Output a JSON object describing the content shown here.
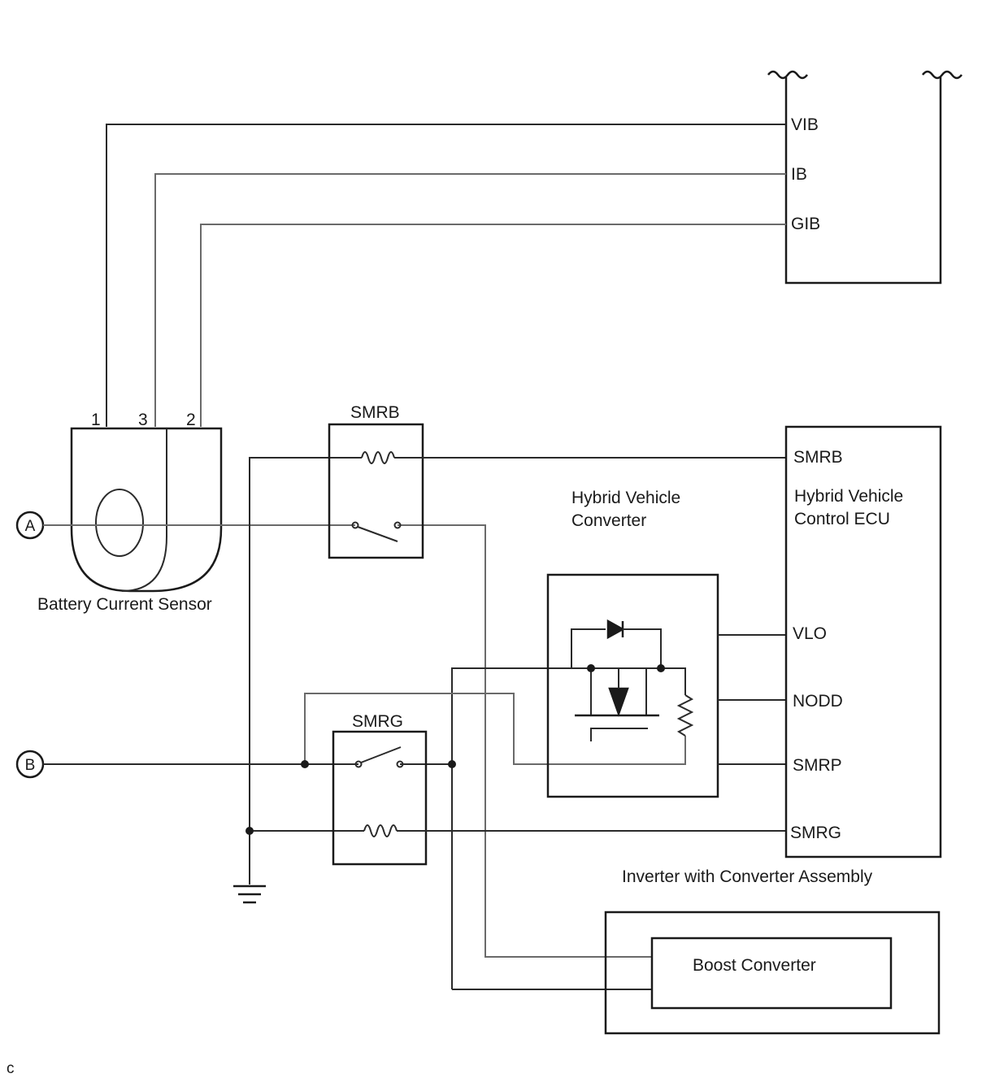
{
  "ecu": {
    "upper_pins": [
      "VIB",
      "IB",
      "GIB"
    ],
    "title_line1": "Hybrid Vehicle",
    "title_line2": "Control ECU",
    "lower_pins": [
      "SMRB",
      "VLO",
      "NODD",
      "SMRP",
      "SMRG"
    ]
  },
  "sensor": {
    "label": "Battery Current Sensor",
    "pin_numbers": [
      "1",
      "3",
      "2"
    ]
  },
  "terminals": {
    "a": "A",
    "b": "B"
  },
  "relays": {
    "smrb": "SMRB",
    "smrg": "SMRG"
  },
  "converter": {
    "title_line1": "Hybrid Vehicle",
    "title_line2": "Converter"
  },
  "inverter": {
    "label": "Inverter with Converter Assembly",
    "boost_label": "Boost Converter"
  },
  "footer": {
    "mark": "c"
  }
}
